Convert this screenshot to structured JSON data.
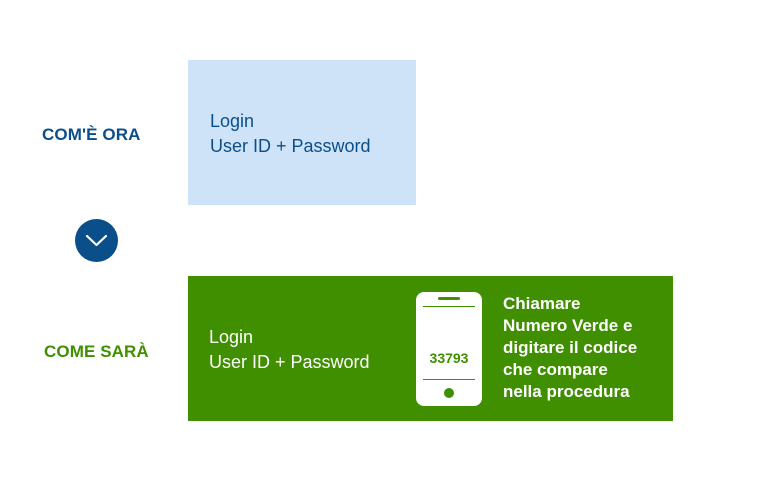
{
  "current": {
    "label": "COM'È ORA",
    "lines": [
      "Login",
      "User ID + Password"
    ]
  },
  "arrow": {
    "icon": "chevron-down-icon",
    "color": "#0b4f8a"
  },
  "future": {
    "label": "COME SARÀ",
    "lines": [
      "Login",
      "User ID + Password"
    ],
    "phone": {
      "icon": "smartphone-icon",
      "code": "33793"
    },
    "instructions": [
      "Chiamare",
      "Numero Verde e",
      "digitare il codice",
      "che compare",
      "nella procedura"
    ]
  },
  "colors": {
    "blue": "#0b4f8a",
    "light_blue": "#cfe3f8",
    "green": "#3f8f00",
    "white": "#ffffff"
  }
}
